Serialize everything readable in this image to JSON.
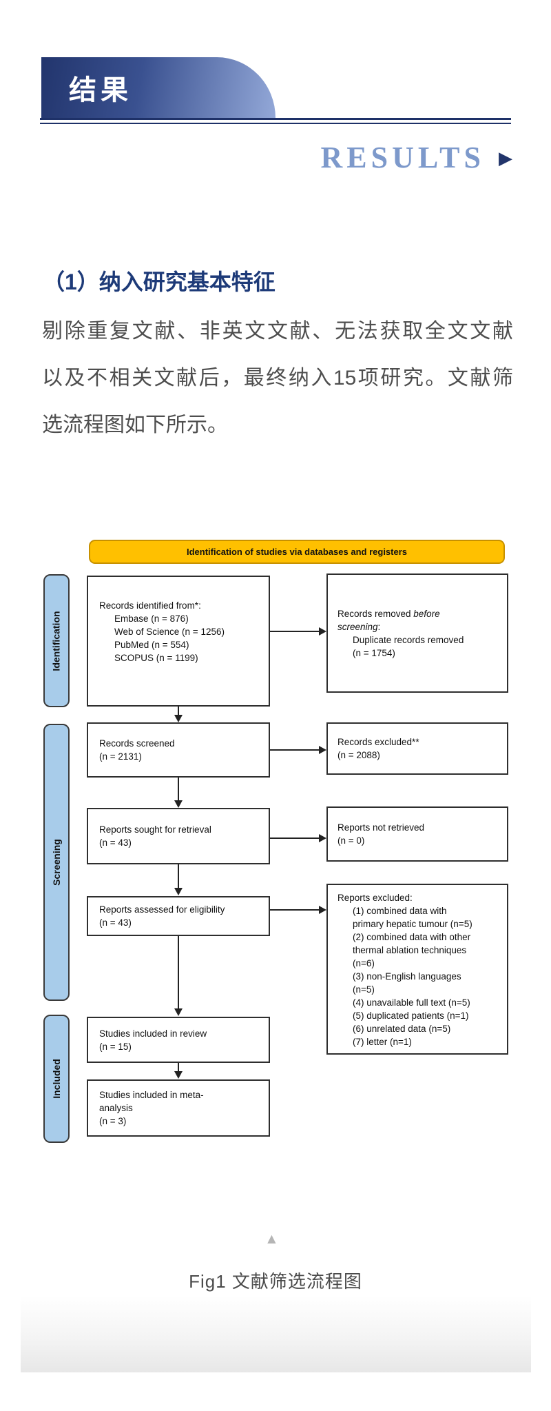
{
  "header": {
    "badge_cn": "结果",
    "title_en": "RESULTS",
    "arrow_glyph": "▶",
    "accent_navy": "#1e3168",
    "badge_gradient_start": "#22356d",
    "badge_gradient_end": "#93a8d8",
    "title_color": "#7d99cb"
  },
  "article": {
    "section_heading": "（1）纳入研究基本特征",
    "paragraph_lines": [
      "剔除重复文献、非英文文献、无法获取全文文献",
      "以及不相关文献后，最终纳入15项研究。文献筛",
      "选流程图如下所示。"
    ],
    "figure_caption": "Fig1 文献筛选流程图",
    "collapse_glyph": "▲"
  },
  "flowchart": {
    "banner": "Identification of studies via databases and registers",
    "banner_bg": "#FFC000",
    "stage_bg": "#A8CCEA",
    "stages": [
      "Identification",
      "Screening",
      "Included"
    ],
    "boxes": {
      "identified": {
        "title": "Records identified from*:",
        "items": [
          "Embase (n = 876)",
          "Web of Science (n = 1256)",
          "PubMed (n = 554)",
          "SCOPUS (n = 1199)"
        ]
      },
      "removed": {
        "line1_plain": "Records removed ",
        "line1_italic": "before",
        "line2_italic": "screening",
        "line2_plain": ":",
        "items": [
          "Duplicate records removed",
          "(n = 1754)"
        ]
      },
      "screened": {
        "lines": [
          "Records screened",
          "(n = 2131)"
        ]
      },
      "records_excluded": {
        "lines": [
          "Records excluded**",
          "(n = 2088)"
        ]
      },
      "sought": {
        "lines": [
          "Reports sought for retrieval",
          "(n = 43)"
        ]
      },
      "not_retrieved": {
        "lines": [
          "Reports not retrieved",
          "(n = 0)"
        ]
      },
      "assessed": {
        "lines": [
          "Reports assessed for eligibility",
          "(n = 43)"
        ]
      },
      "reports_excluded": {
        "title": "Reports excluded:",
        "items": [
          "(1) combined data with",
          "primary hepatic tumour (n=5)",
          "(2) combined data with other",
          "thermal ablation techniques",
          "(n=6)",
          "(3) non-English languages",
          "(n=5)",
          "(4) unavailable full text (n=5)",
          "(5) duplicated patients (n=1)",
          "(6) unrelated data (n=5)",
          "(7) letter (n=1)"
        ]
      },
      "included_review": {
        "lines": [
          "Studies included in review",
          "(n = 15)"
        ]
      },
      "included_meta": {
        "lines": [
          "Studies included in meta-",
          "analysis",
          "(n = 3)"
        ]
      }
    }
  }
}
